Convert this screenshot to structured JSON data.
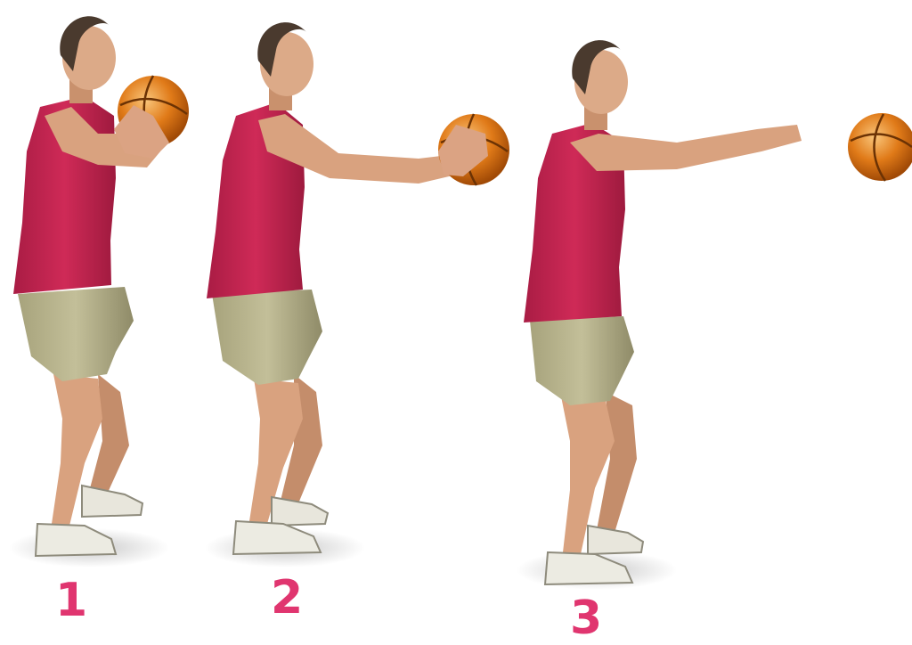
{
  "steps": [
    {
      "number": "1"
    },
    {
      "number": "2"
    },
    {
      "number": "3"
    }
  ],
  "colors": {
    "step_number": "#e0356f",
    "shirt": "#c8224f",
    "shirt_shadow": "#9e1a3e",
    "shorts": "#b7b38c",
    "shorts_shadow": "#8f8b68",
    "skin": "#d9a27f",
    "skin_shadow": "#b97e5c",
    "hair": "#4a3a2e",
    "ball": "#e07a18",
    "ball_light": "#f6b25a",
    "shoe": "#e8e6dc",
    "shoe_accent": "#6d6a5e",
    "background": "#ffffff"
  },
  "icons": [
    "basketball-icon",
    "player-figure"
  ]
}
